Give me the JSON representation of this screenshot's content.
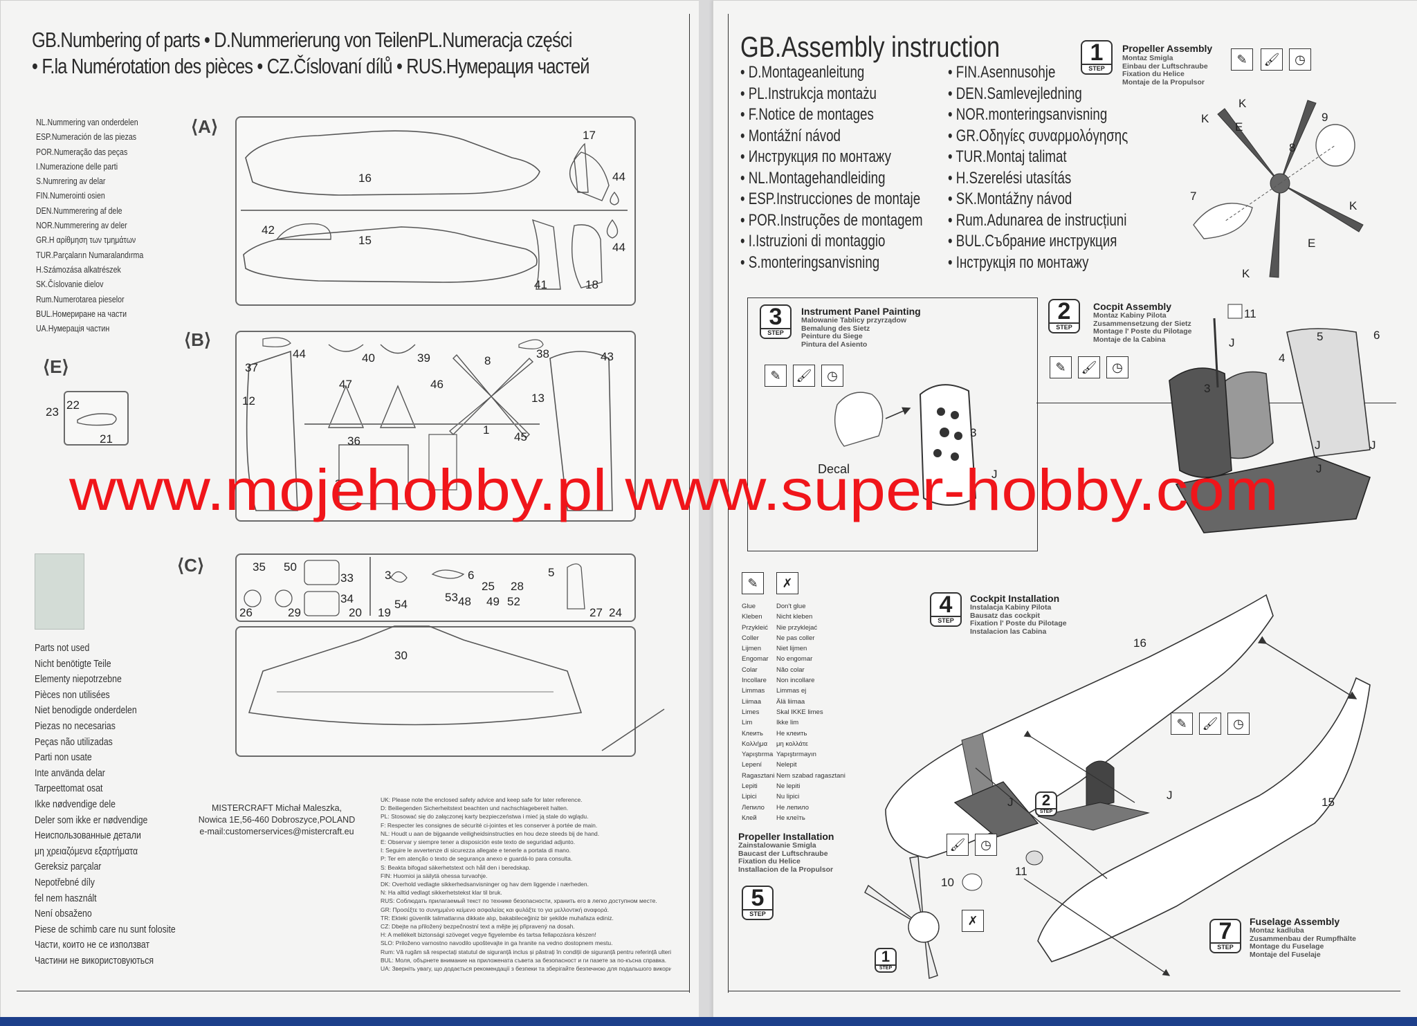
{
  "left": {
    "title_lines": [
      "GB.Numbering of parts • D.Nummerierung von TeilenPL.Numeracja części",
      "• F.la Numérotation des pièces • CZ.Číslovaní dílů • RUS.Нумерация частей"
    ],
    "numbering_list": [
      "NL.Nummering van onderdelen",
      "ESP.Numeración de las piezas",
      "POR.Numeração das peças",
      "I.Numerazione delle parti",
      "S.Numrering av delar",
      "FIN.Numerointi osien",
      "DEN.Nummerering af dele",
      "NOR.Nummerering av deler",
      "GR.Η αρίθμηση των τμημάτων",
      "TUR.Parçaların Numaralandırma",
      "H.Számozása alkatrészek",
      "SK.Číslovanie dielov",
      "Rum.Numerotarea pieselor",
      "BUL.Номериране на части",
      "UA.Нумерація частин"
    ],
    "sprues": {
      "A": {
        "letter": "A",
        "parts": [
          "17",
          "16",
          "44",
          "42",
          "15",
          "44",
          "41",
          "18"
        ]
      },
      "B": {
        "letter": "B",
        "parts": [
          "44",
          "40",
          "39",
          "8",
          "38",
          "43",
          "37",
          "12",
          "47",
          "46",
          "13",
          "1",
          "45",
          "36",
          "3"
        ]
      },
      "E": {
        "letter": "E",
        "parts": [
          "22",
          "23",
          "21"
        ]
      },
      "C": {
        "letter": "C",
        "parts": [
          "35",
          "50",
          "33",
          "3",
          "6",
          "25",
          "28",
          "5",
          "26",
          "29",
          "34",
          "20",
          "19",
          "54",
          "53",
          "48",
          "49",
          "52",
          "27",
          "24",
          "30"
        ]
      }
    },
    "unused_list": [
      "Parts not used",
      "Nicht benötigte Teile",
      "Elementy niepotrzebne",
      "Pièces non utilisées",
      "Niet benodigde onderdelen",
      "Piezas no necesarias",
      "Peças não utilizadas",
      "Parti non usate",
      "Inte använda delar",
      "Tarpeettomat osat",
      "Ikke nødvendige dele",
      "Deler som ikke er nødvendige",
      "Неиспользованные детали",
      "μη χρειαζόμενα εξαρτήματα",
      "Gereksiz parçalar",
      "Nepotřebné díly",
      "fel nem használt",
      "Není obsaženo",
      "Piese de schimb care nu sunt folosite",
      "Части, които не се използват",
      "Частини не використовуються"
    ],
    "company_lines": [
      "MISTERCRAFT  Michał  Maleszka,",
      "Nowica 1E,56-460 Dobroszyce,POLAND",
      "e-mail:customerservices@mistercraft.eu"
    ],
    "safety_lines": [
      "UK: Please note the enclosed safety advice and keep safe for later reference.",
      "D: Beiliegenden Sicherheitstext beachten und nachschlagebereit halten.",
      "PL: Stosować się do załączonej karty bezpieczeństwa i mieć ją stale do wglądu.",
      "F: Respecter les consignes de sécurité ci-jointes et les conserver à portée de main.",
      "NL: Houdt u aan de bijgaande veiligheidsinstructies en hou deze steeds bij de hand.",
      "E: Observar y siempre tener a disposición este texto de seguridad adjunto.",
      "I: Seguire le avvertenze di sicurezza allegate e tenerle a portata di mano.",
      "P: Ter em atenção o texto de segurança anexo e guardá-lo para consulta.",
      "S: Beakta bifogad säkerhetstext och håll den i beredskap.",
      "FIN: Huomioi ja säilytä ohessa turvaohje.",
      "DK: Overhold vedlagte sikkerhedsanvisninger og hav dem liggende i nærheden.",
      "N: Ha alltid vedlagt sikkerhetstekst klar til bruk.",
      "RUS: Соблюдать прилагаемый текст по технике безопасности, хранить его в легко доступном месте.",
      "GR: Προσέξτε το συνημμένο κείμενο ασφαλείας και φυλάξτε το για μελλοντική αναφορά.",
      "TR: Ekteki güvenlik talimatlarına dikkate alıp, bakabileceğiniz bir şekilde muhafaza ediniz.",
      "CZ: Dbejte na přiložený bezpečnostní text a mějte jej připravený na dosah.",
      "H: A mellékelt biztonsági szöveget vegye figyelembe és tartsa fellapozásra készen!",
      "SLO: Priloženo varnostno navodilo upoštevajte in ga hranite na vedno dostopnem mestu.",
      "Rum: Vă rugăm să respectați statutul de siguranță inclus și păstrați în condiții de siguranță pentru referință ulterioară.",
      "BUL: Моля, обърнете внимание на приложената съвета за безопасност и ги пазете за по-късна справка.",
      "UA: Зверніть увагу, що додається рекомендації з безпеки та зберігайте безпечною для подальшого використання."
    ]
  },
  "right": {
    "title": "GB.Assembly instruction",
    "col1": [
      "• D.Montageanleitung",
      "• PL.Instrukcja montażu",
      "• F.Notice de montages",
      "• Montážní návod",
      "• Инструкция по монтажу",
      "• NL.Montagehandleiding",
      "• ESP.Instrucciones de montaje",
      "• POR.Instruções de montagem",
      "• I.Istruzioni di montaggio",
      "• S.monteringsanvisning"
    ],
    "col2": [
      "• FIN.Asennusohje",
      "• DEN.Samlevejledning",
      "• NOR.monteringsanvisning",
      "• GR.Οδηγίες συναρμολόγησης",
      "• TUR.Montaj talimat",
      "• H.Szerelési utasítás",
      "• SK.Montážny návod",
      "• Rum.Adunarea de instrucțiuni",
      "• BUL.Събрание инструкция",
      "• Інструкція по монтажу"
    ],
    "step_word": "STEP",
    "steps": {
      "s1": {
        "num": "1",
        "title": "Propeller Assembly",
        "subs": [
          "Montaz Smigla",
          "Einbau der Luftschraube",
          "Fixation du Helice",
          "Montaje de la Propulsor"
        ],
        "parts": [
          "K",
          "K",
          "E",
          "9",
          "8",
          "7",
          "K",
          "E",
          "K"
        ]
      },
      "s2": {
        "num": "2",
        "title": "Cocpit Assembly",
        "subs": [
          "Montaz Kabiny Pilota",
          "Zusammensetzung der Sietz",
          "Montage l' Poste du Pilotage",
          "Montaje de la Cabina"
        ],
        "parts": [
          "11",
          "5",
          "6",
          "J",
          "4",
          "3",
          "J",
          "J",
          "J"
        ]
      },
      "s3": {
        "num": "3",
        "title": "Instrument Panel Painting",
        "subs": [
          "Malowanie Tablicy przyrządow",
          "Bemalung des Sietz",
          "Peinture du Siege",
          "Pintura del Asiento"
        ],
        "decal": "Decal",
        "parts": [
          "3",
          "J"
        ]
      },
      "s4": {
        "num": "4",
        "title": "Cockpit Installation",
        "subs": [
          "Instalacja Kabiny Pilota",
          "Bausatz das cockpit",
          "Fixation l' Poste du Pilotage",
          "Instalacion  las Cabina"
        ],
        "parts": [
          "16",
          "J",
          "J",
          "15"
        ],
        "ref": "2"
      },
      "s5": {
        "num": "5",
        "title": "Propeller Installation",
        "subs": [
          "Zainstalowanie Smigla",
          "Baucast der Luftschraube",
          "Fixation du Helice",
          "Installacion de la Propulsor"
        ],
        "parts": [
          "10",
          "11"
        ],
        "ref": "1"
      },
      "s7": {
        "num": "7",
        "title": "Fuselage Assembly",
        "subs": [
          "Montaz kadluba",
          "Zusammenbau der Rumpfhälte",
          "Montage du Fuselage",
          "Montaje del Fuselaje"
        ]
      }
    },
    "glue_legend": {
      "glue": [
        "Glue",
        "Kleben",
        "Przykleić",
        "Coller",
        "Lijmen",
        "Engomar",
        "Colar",
        "Incollare",
        "Limmas",
        "Liimaa",
        "Limes",
        "Lim",
        "Клеить",
        "Κολλήμα",
        "Yapıştırma",
        "Lepení",
        "Ragasztani",
        "Lepiti",
        "Lipici",
        "Лепило",
        "Клей"
      ],
      "dont": [
        "Don't glue",
        "Nicht kleben",
        "Nie przyklejać",
        "Ne pas coller",
        "Niet lijmen",
        "No engomar",
        "Não colar",
        "Non incollare",
        "Limmas ej",
        "Älä liimaa",
        "Skal IKKE limes",
        "Ikke lim",
        "Не клеить",
        "μη κολλάτε",
        "Yapıştırmayın",
        "Nelepit",
        "Nem szabad ragasztani",
        "Ne lepiti",
        "Nu lipici",
        "Не лепило",
        "Не клеїть"
      ]
    }
  },
  "watermark": "www.mojehobby.pl www.super-hobby.com",
  "colors": {
    "watermark": "#f0151a",
    "paper": "#f4f4f3",
    "line": "#333333",
    "swatch": "#d3dcd6",
    "bottom_strip": "#1d3f8a"
  }
}
